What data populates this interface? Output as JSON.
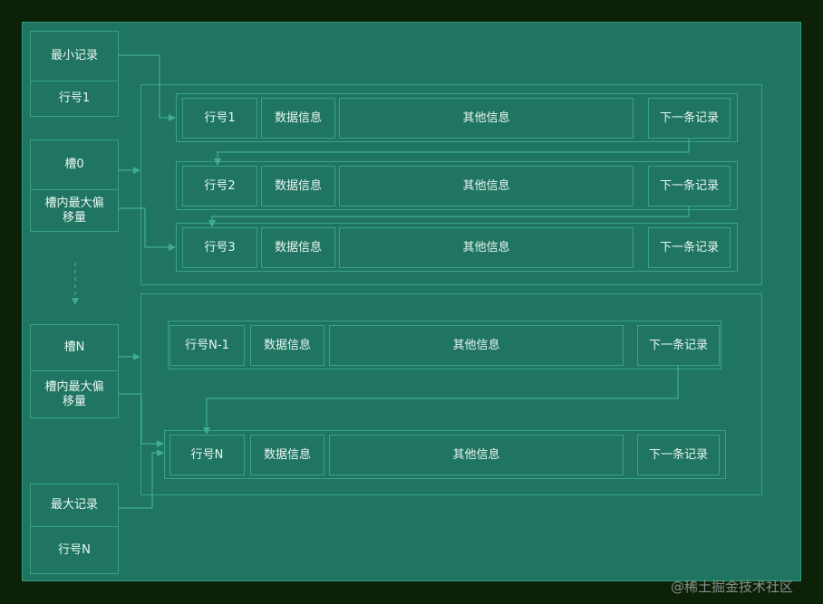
{
  "slots": [
    {
      "top": "最小记录",
      "bottom": "行号1"
    },
    {
      "top": "槽0",
      "bottom": "槽内最大偏\n移量"
    },
    {
      "top": "槽N",
      "bottom": "槽内最大偏\n移量"
    },
    {
      "top": "最大记录",
      "bottom": "行号N"
    }
  ],
  "rows": [
    {
      "row_no": "行号1",
      "data": "数据信息",
      "other": "其他信息",
      "next": "下一条记录"
    },
    {
      "row_no": "行号2",
      "data": "数据信息",
      "other": "其他信息",
      "next": "下一条记录"
    },
    {
      "row_no": "行号3",
      "data": "数据信息",
      "other": "其他信息",
      "next": "下一条记录"
    },
    {
      "row_no": "行号N-1",
      "data": "数据信息",
      "other": "其他信息",
      "next": "下一条记录"
    },
    {
      "row_no": "行号N",
      "data": "数据信息",
      "other": "其他信息",
      "next": "下一条记录"
    }
  ],
  "watermark": "@稀土掘金技术社区",
  "colors": {
    "background": "#0c2108",
    "panel": "#207562",
    "border": "#36a383",
    "text": "#e9f6f0",
    "arrow": "#3fae8c"
  }
}
